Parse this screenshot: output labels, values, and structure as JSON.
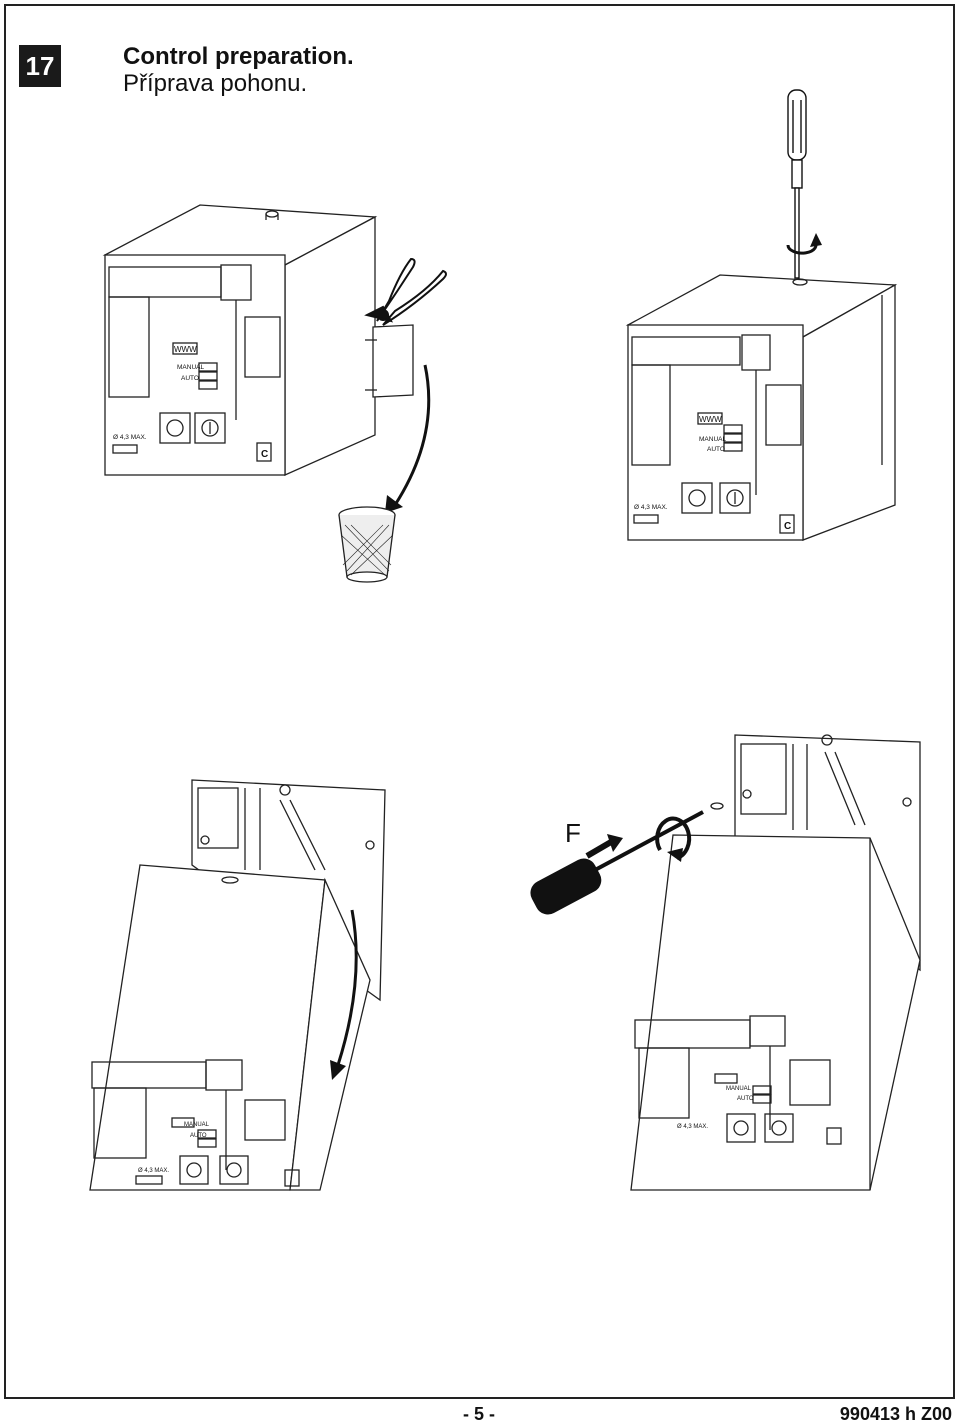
{
  "step": {
    "number": "17"
  },
  "title": {
    "en": "Control preparation.",
    "cz": "Příprava pohonu."
  },
  "panel_labels": {
    "manual": "MANUAL",
    "auto": "AUTO",
    "padlock": "Ø 4,3 MAX.",
    "spring": "WWW"
  },
  "callout_f": "F",
  "footer": {
    "page": "- 5 -",
    "code": "990413 h  Z00"
  },
  "icons": [
    "cutting-pliers-icon",
    "screwdriver-icon",
    "waste-bin-icon",
    "rotate-arrow-icon",
    "push-arrow-icon"
  ]
}
